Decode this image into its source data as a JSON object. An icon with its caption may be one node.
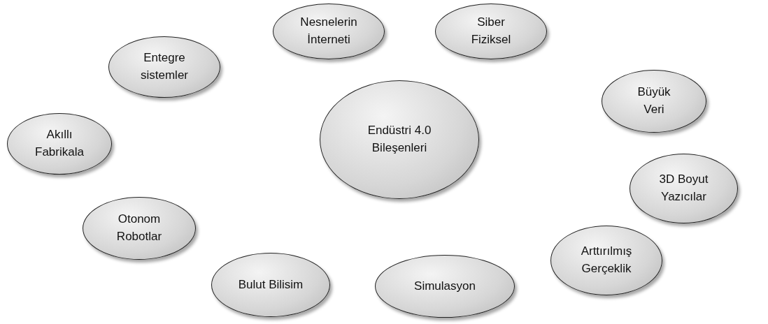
{
  "diagram": {
    "nodes": [
      {
        "text": [
          "Nesnelerin İnterneti"
        ]
      },
      {
        "text": [
          "Siber Fiziksel"
        ]
      },
      {
        "text": [
          "Entegre sistemler"
        ]
      },
      {
        "text": [
          "Büyük Veri"
        ]
      },
      {
        "text": [
          "Akıllı Fabrikala"
        ]
      },
      {
        "text": [
          "Endüstri 4.0 Bileşenleri"
        ]
      },
      {
        "text": [
          "3D Boyut Yazıcılar"
        ]
      },
      {
        "text": [
          "Otonom Robotlar"
        ]
      },
      {
        "text": [
          "Arttırılmış Gerçeklik"
        ]
      },
      {
        "text": [
          "Simulasyon"
        ]
      },
      {
        "text": [
          "Bulut Bilisim"
        ]
      }
    ]
  }
}
